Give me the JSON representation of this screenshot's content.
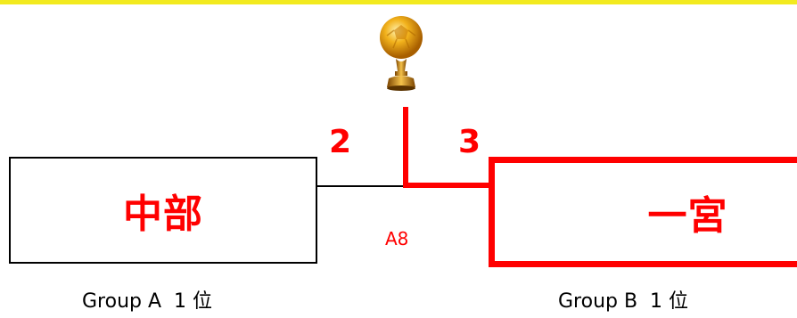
{
  "match": {
    "id": "A8",
    "winner_color": "#ff0000",
    "header_color": "#f2ea1f"
  },
  "left_team": {
    "name": "中部",
    "score": "2",
    "group_label": "Group A  1 位"
  },
  "right_team": {
    "name": "一宮",
    "score": "3",
    "group_label": "Group B  1 位"
  },
  "icons": {
    "trophy": "trophy-icon"
  }
}
